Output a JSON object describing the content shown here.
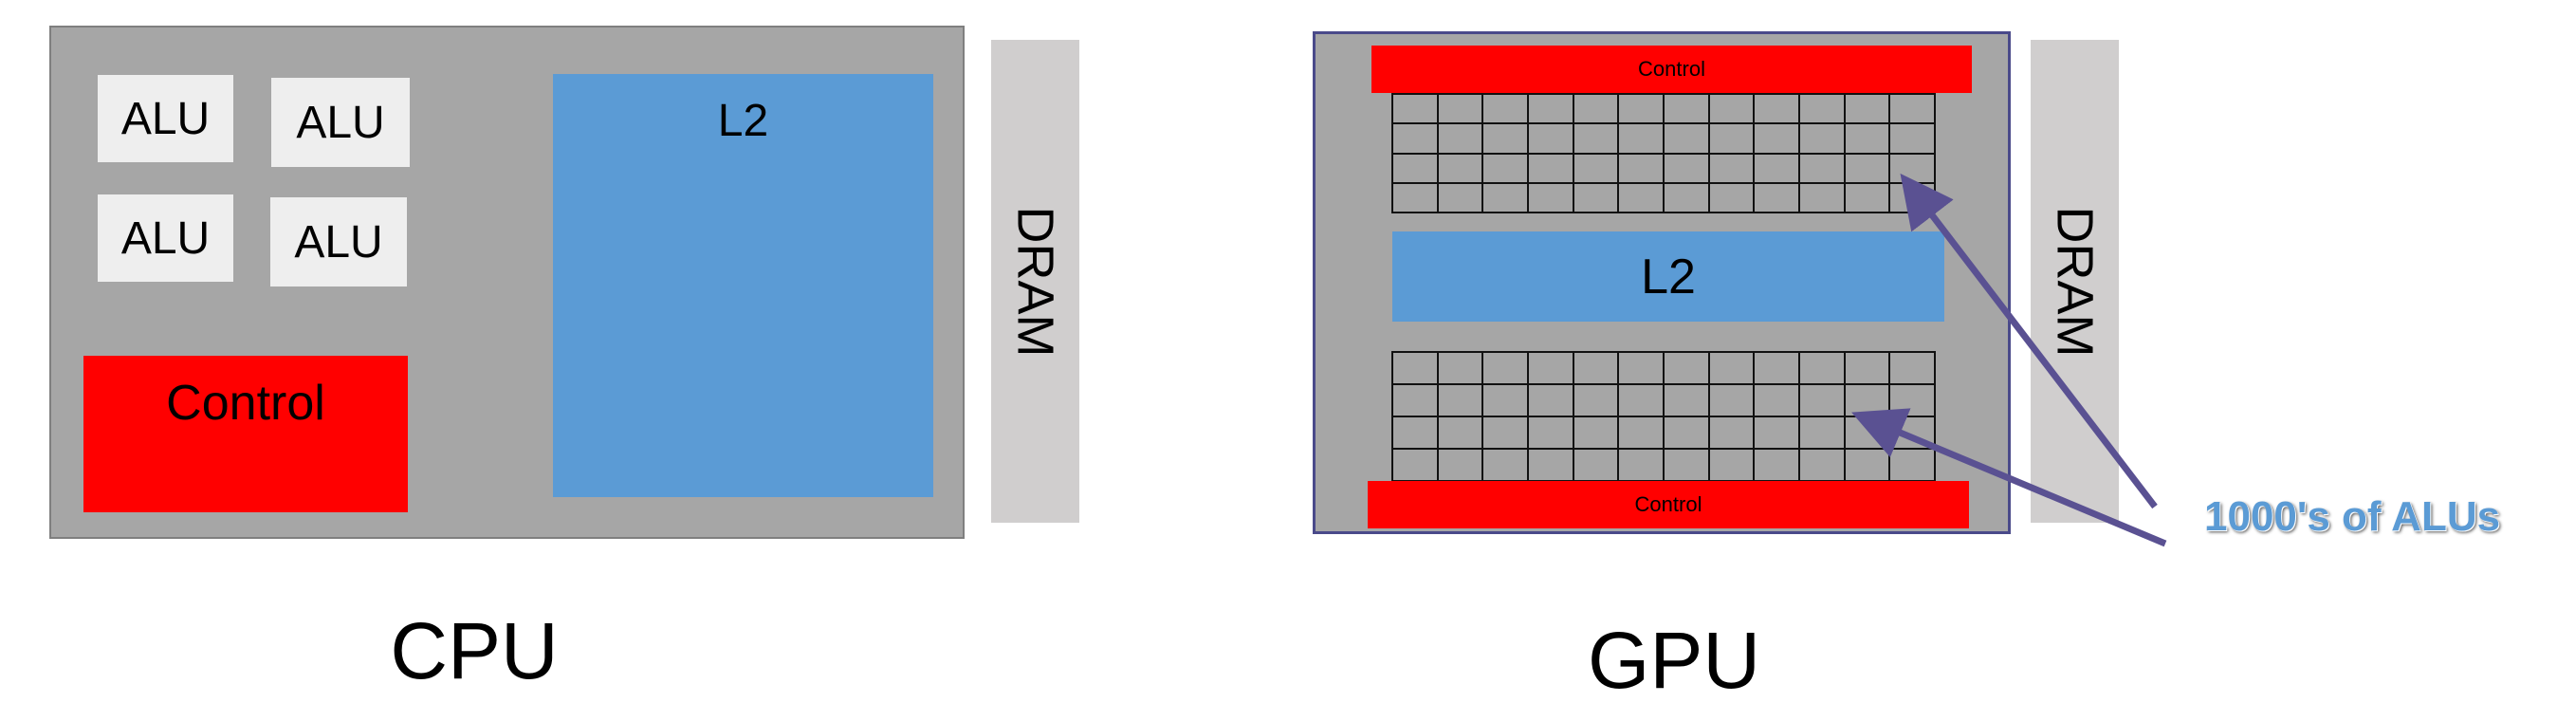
{
  "cpu": {
    "alus": [
      "ALU",
      "ALU",
      "ALU",
      "ALU"
    ],
    "control_label": "Control",
    "l2_label": "L2",
    "dram_label": "DRAM",
    "caption": "CPU"
  },
  "gpu": {
    "control_top_label": "Control",
    "control_bottom_label": "Control",
    "l2_label": "L2",
    "dram_label": "DRAM",
    "caption": "GPU",
    "alu_grid": {
      "rows": 4,
      "cols": 12
    }
  },
  "callout": {
    "text": "1000's of ALUs",
    "arrow_color": "#5a5192"
  },
  "colors": {
    "chip_gray": "#a6a6a6",
    "control_red": "#ff0000",
    "cache_blue": "#5b9bd5",
    "dram_gray": "#d0cece",
    "alu_light": "#eeeeee"
  }
}
